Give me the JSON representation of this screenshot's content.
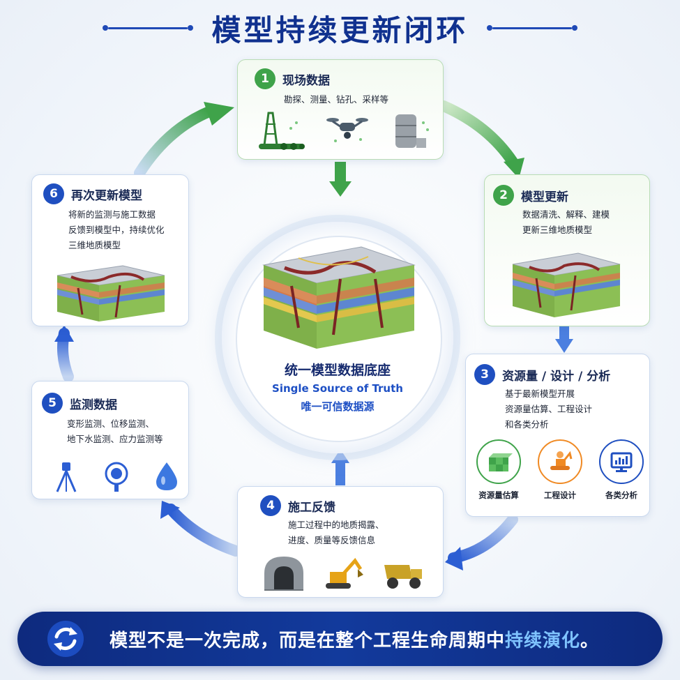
{
  "title": "模型持续更新闭环",
  "colors": {
    "primary_blue": "#1f4fc0",
    "dark_blue": "#10318f",
    "green": "#3fa34a",
    "highlight": "#7fc3ff"
  },
  "center": {
    "title": "统一模型数据底座",
    "subtitle_en": "Single Source of Truth",
    "subtitle_cn": "唯一可信数据源",
    "icon": "geology-block-3d"
  },
  "steps": [
    {
      "number": "1",
      "title": "现场数据",
      "desc": [
        "勘探、测量、钻孔、采样等"
      ],
      "icons": [
        "drilling-rig-icon",
        "drone-icon",
        "sample-storage-icon"
      ]
    },
    {
      "number": "2",
      "title": "模型更新",
      "desc": [
        "数据清洗、解释、建模",
        "更新三维地质模型"
      ],
      "icons": [
        "geology-block-3d"
      ]
    },
    {
      "number": "3",
      "title": "资源量 / 设计 / 分析",
      "desc": [
        "基于最新模型开展",
        "资源量估算、工程设计",
        "和各类分析"
      ],
      "items": [
        {
          "label": "资源量估算",
          "icon": "resource-cubes-icon",
          "color": "#3fa34a"
        },
        {
          "label": "工程设计",
          "icon": "excavator-design-icon",
          "color": "#f08a24"
        },
        {
          "label": "各类分析",
          "icon": "analysis-monitor-icon",
          "color": "#1f4fc0"
        }
      ]
    },
    {
      "number": "4",
      "title": "施工反馈",
      "desc": [
        "施工过程中的地质揭露、",
        "进度、质量等反馈信息"
      ],
      "icons": [
        "tunnel-icon",
        "excavator-icon",
        "dump-truck-icon"
      ]
    },
    {
      "number": "5",
      "title": "监测数据",
      "desc": [
        "变形监测、位移监测、",
        "地下水监测、应力监测等"
      ],
      "icons": [
        "total-station-icon",
        "sensor-icon",
        "water-drop-icon"
      ]
    },
    {
      "number": "6",
      "title": "再次更新模型",
      "desc": [
        "将新的监测与施工数据",
        "反馈到模型中，持续优化",
        "三维地质模型"
      ],
      "icons": [
        "geology-block-3d"
      ]
    }
  ],
  "banner": {
    "text_main": "模型不是一次完成，而是在整个工程生命周期中",
    "text_highlight": "持续演化",
    "text_end": "。",
    "icon": "refresh-cycle-icon"
  }
}
